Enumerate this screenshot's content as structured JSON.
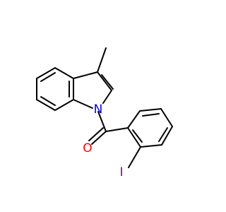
{
  "molecule": {
    "atoms": {
      "nitrogen": {
        "label": "N",
        "color": "#0000ff"
      },
      "oxygen": {
        "label": "O",
        "color": "#ff0000"
      },
      "iodine": {
        "label": "I",
        "color": "#940094"
      }
    },
    "bond_color": "#000000",
    "background": "#ffffff"
  }
}
